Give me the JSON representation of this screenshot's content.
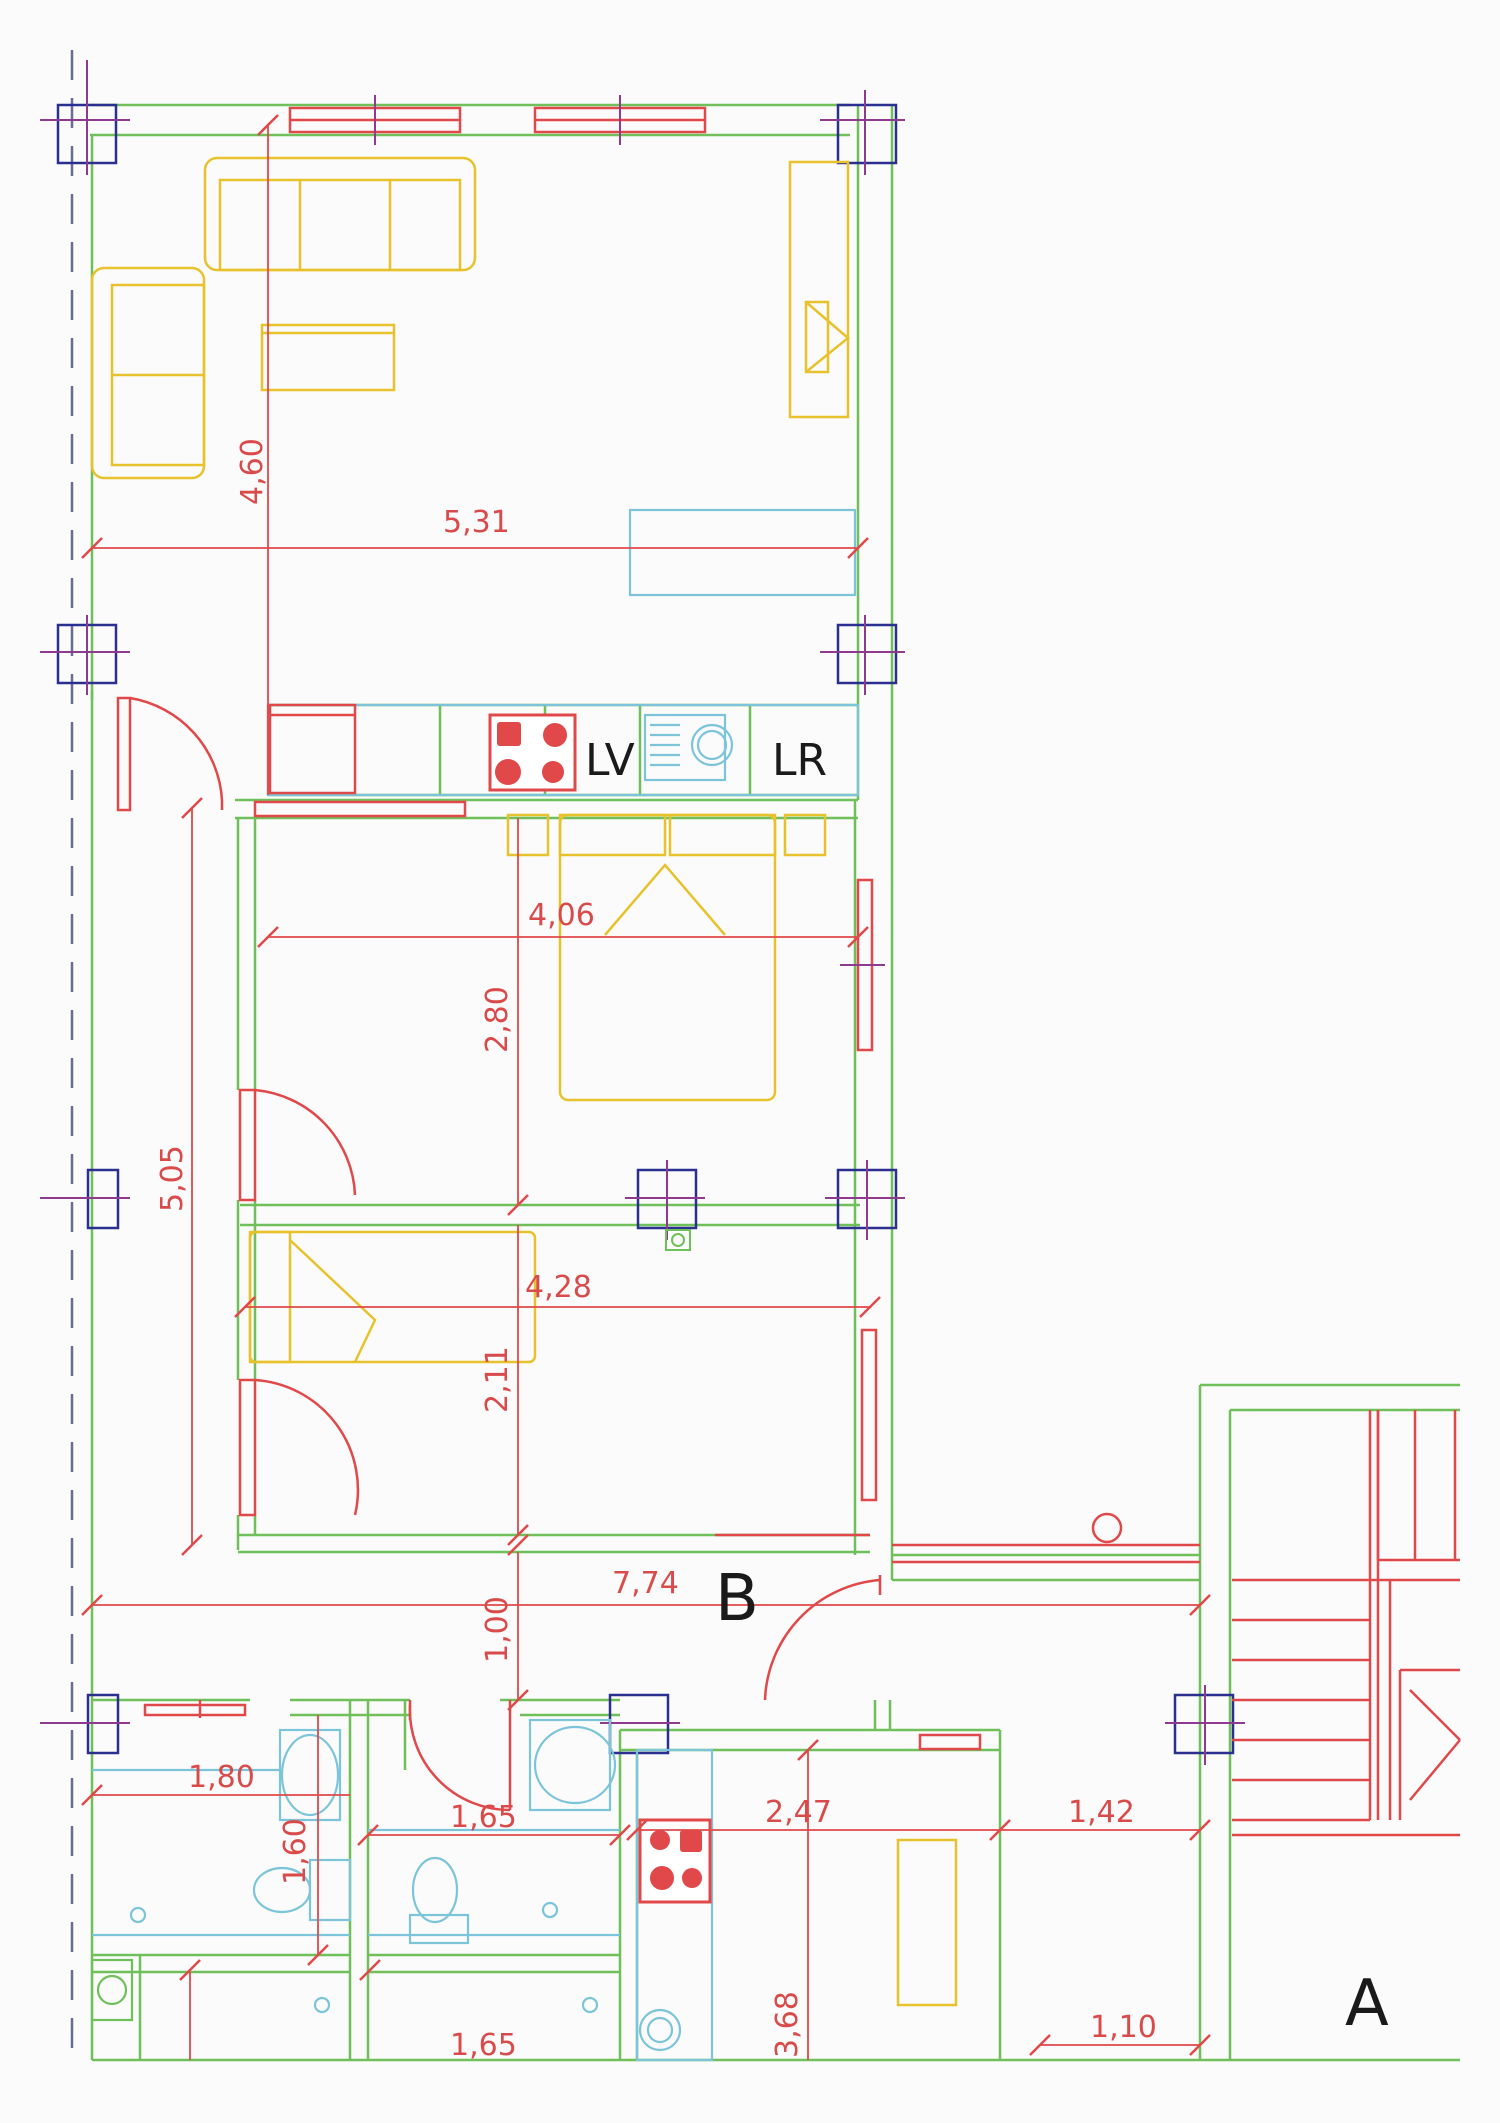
{
  "labels": {
    "lv": "LV",
    "lr": "LR",
    "b": "B",
    "a": "A"
  },
  "dimensions": {
    "d_460": "4,60",
    "d_531": "5,31",
    "d_406": "4,06",
    "d_280": "2,80",
    "d_505": "5,05",
    "d_428": "4,28",
    "d_211": "2,11",
    "d_774": "7,74",
    "d_100": "1,00",
    "d_180": "1,80",
    "d_160": "1,60",
    "d_165a": "1,65",
    "d_247": "2,47",
    "d_142": "1,42",
    "d_368": "3,68",
    "d_165b": "1,65",
    "d_110": "1,10"
  },
  "colors": {
    "walls": "#6fbf5a",
    "doors_windows": "#e0484a",
    "furniture": "#e8c22c",
    "fixtures": "#7cc4d9",
    "columns": "#2b2f8f"
  }
}
